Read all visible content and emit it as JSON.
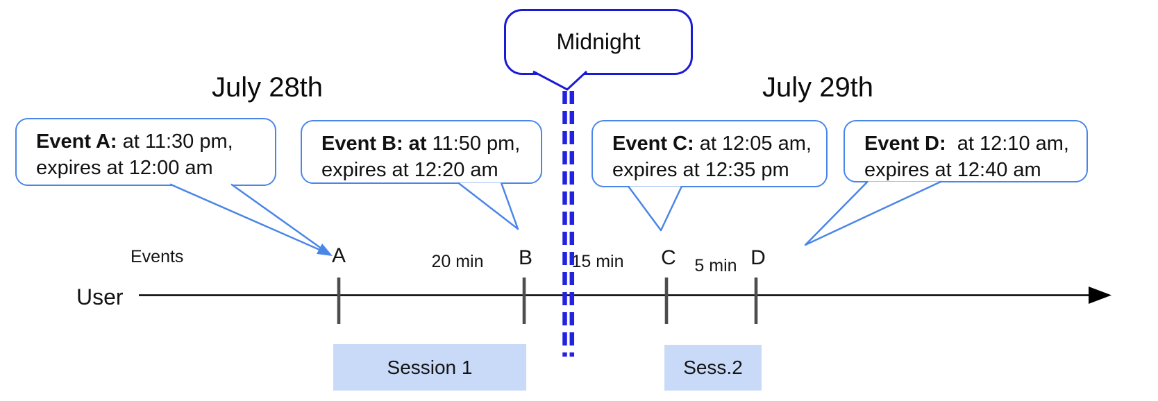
{
  "dates": {
    "left": "July 28th",
    "right": "July 29th"
  },
  "midnight_label": "Midnight",
  "callouts": [
    {
      "event": "A",
      "bold": "Event A:",
      "rest": " at 11:30 pm,",
      "line2": "expires at 12:00 am"
    },
    {
      "event": "B",
      "bold": "Event B: at",
      "rest": " 11:50 pm,",
      "line2": "expires at 12:20 am"
    },
    {
      "event": "C",
      "bold": "Event C:",
      "rest": " at 12:05 am,",
      "line2": "expires at 12:35 pm"
    },
    {
      "event": "D",
      "bold": "Event D:",
      "rest": "  at 12:10 am,",
      "line2": "expires at 12:40 am"
    }
  ],
  "timeline": {
    "events_label": "Events",
    "user_label": "User",
    "points": [
      {
        "label": "A"
      },
      {
        "label": "B"
      },
      {
        "label": "C"
      },
      {
        "label": "D"
      }
    ],
    "intervals": [
      {
        "label": "20 min"
      },
      {
        "label": "15 min"
      },
      {
        "label": "5 min"
      }
    ]
  },
  "sessions": [
    {
      "label": "Session 1"
    },
    {
      "label": "Sess.2"
    }
  ],
  "colors": {
    "callout_border": "#4a86e8",
    "midnight_border": "#1b1bd6",
    "dashed_line": "#2222e0",
    "session_fill": "#c9daf8",
    "tick": "#4d4d4d",
    "axis": "#000000"
  }
}
